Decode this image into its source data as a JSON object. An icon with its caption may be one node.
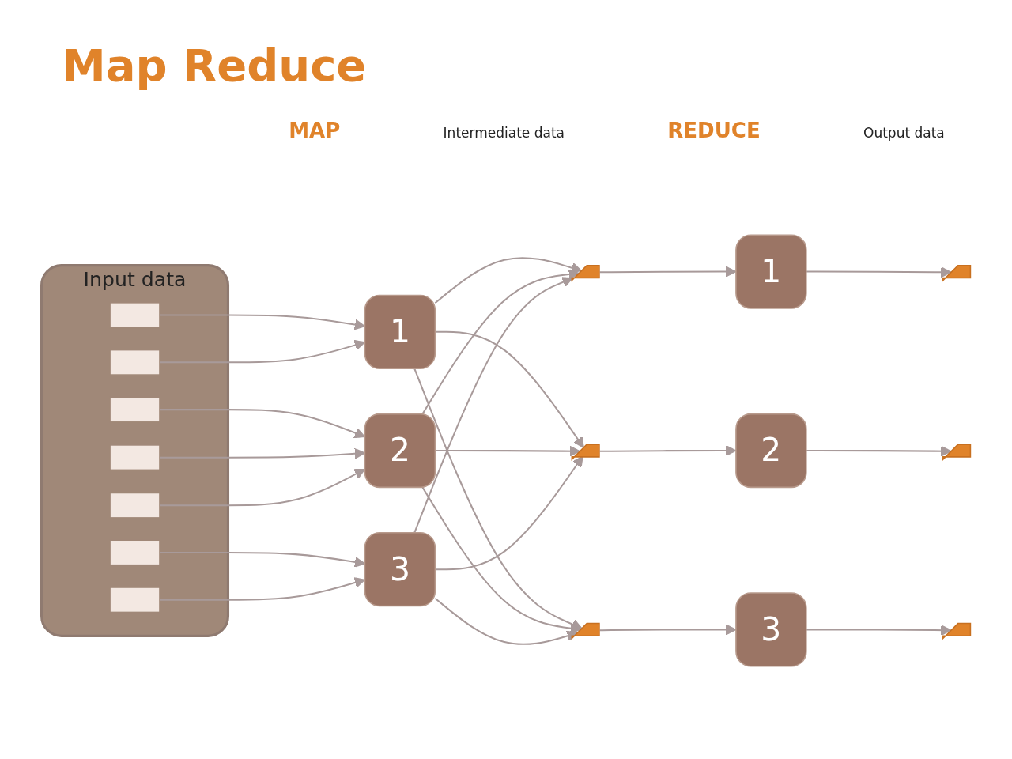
{
  "diagram": {
    "title": "Map Reduce",
    "nodes": [
      {
        "text": [
          "Input data"
        ]
      },
      {
        "text": [],
        "shape": "bar",
        "in": 0
      },
      {
        "text": [],
        "shape": "bar",
        "in": 0
      },
      {
        "text": [],
        "shape": "bar",
        "in": 0
      },
      {
        "text": [],
        "shape": "bar",
        "in": 0
      },
      {
        "text": [],
        "shape": "bar",
        "in": 0
      },
      {
        "text": [],
        "shape": "bar",
        "in": 0
      },
      {
        "text": [],
        "shape": "bar",
        "in": 0
      },
      {
        "text": [
          "1"
        ]
      },
      {
        "text": [
          "2"
        ]
      },
      {
        "text": [
          "3"
        ]
      },
      {
        "text": [],
        "shape": "document"
      },
      {
        "text": [],
        "shape": "document"
      },
      {
        "text": [],
        "shape": "document"
      },
      {
        "text": [
          "1"
        ]
      },
      {
        "text": [
          "2"
        ]
      },
      {
        "text": [
          "3"
        ]
      },
      {
        "text": [],
        "shape": "document"
      },
      {
        "text": [],
        "shape": "document"
      },
      {
        "text": [],
        "shape": "document"
      }
    ],
    "edges": [
      {
        "from": 1,
        "to": 8,
        "arrow": "to"
      },
      {
        "from": 2,
        "to": 8,
        "arrow": "to"
      },
      {
        "from": 3,
        "to": 9,
        "arrow": "to"
      },
      {
        "from": 4,
        "to": 9,
        "arrow": "to"
      },
      {
        "from": 5,
        "to": 9,
        "arrow": "to"
      },
      {
        "from": 6,
        "to": 10,
        "arrow": "to"
      },
      {
        "from": 7,
        "to": 10,
        "arrow": "to"
      },
      {
        "from": 8,
        "to": 11,
        "arrow": "to"
      },
      {
        "from": 8,
        "to": 12,
        "arrow": "to"
      },
      {
        "from": 8,
        "to": 13,
        "arrow": "to"
      },
      {
        "from": 9,
        "to": 11,
        "arrow": "to"
      },
      {
        "from": 9,
        "to": 12,
        "arrow": "to"
      },
      {
        "from": 9,
        "to": 13,
        "arrow": "to"
      },
      {
        "from": 10,
        "to": 11,
        "arrow": "to"
      },
      {
        "from": 10,
        "to": 12,
        "arrow": "to"
      },
      {
        "from": 10,
        "to": 13,
        "arrow": "to"
      },
      {
        "from": 11,
        "to": 14,
        "arrow": "to"
      },
      {
        "from": 12,
        "to": 15,
        "arrow": "to"
      },
      {
        "from": 13,
        "to": 16,
        "arrow": "to"
      },
      {
        "from": 14,
        "to": 17,
        "arrow": "to"
      },
      {
        "from": 15,
        "to": 18,
        "arrow": "to"
      },
      {
        "from": 16,
        "to": 19,
        "arrow": "to"
      }
    ],
    "labels": [
      "MAP",
      "Intermediate data",
      "REDUCE",
      "Output data"
    ]
  }
}
